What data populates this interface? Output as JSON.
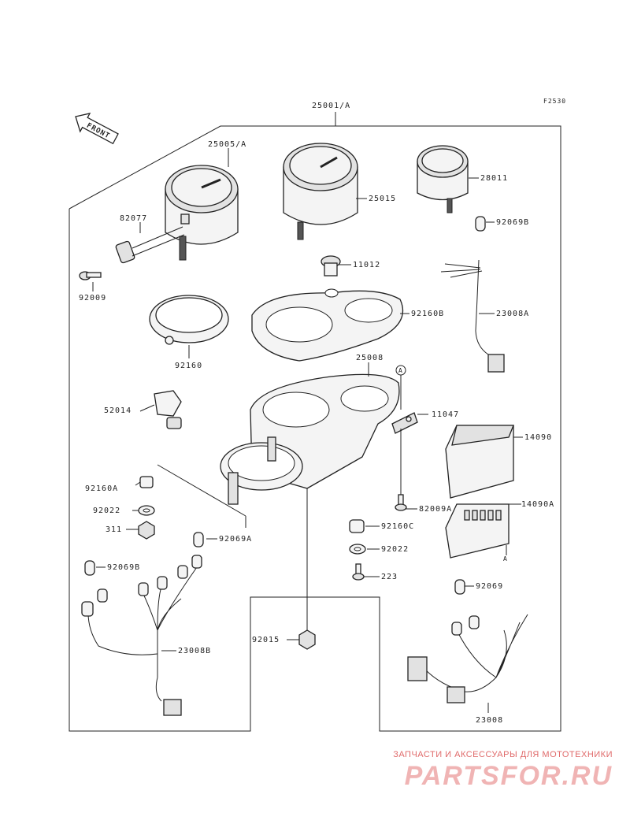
{
  "diagram": {
    "code": "F2530",
    "front_label": "FRONT",
    "parts": [
      {
        "id": "25001/A"
      },
      {
        "id": "25005/A"
      },
      {
        "id": "25015"
      },
      {
        "id": "28011"
      },
      {
        "id": "82077"
      },
      {
        "id": "92009"
      },
      {
        "id": "92069B"
      },
      {
        "id": "11012"
      },
      {
        "id": "92160B"
      },
      {
        "id": "23008A"
      },
      {
        "id": "92160"
      },
      {
        "id": "25008"
      },
      {
        "id": "A"
      },
      {
        "id": "11047"
      },
      {
        "id": "52014"
      },
      {
        "id": "14090"
      },
      {
        "id": "92160A"
      },
      {
        "id": "82009A"
      },
      {
        "id": "14090A"
      },
      {
        "id": "92022"
      },
      {
        "id": "311"
      },
      {
        "id": "92069A"
      },
      {
        "id": "92160C"
      },
      {
        "id": "92022"
      },
      {
        "id": "92069B"
      },
      {
        "id": "223"
      },
      {
        "id": "92069"
      },
      {
        "id": "92015"
      },
      {
        "id": "23008B"
      },
      {
        "id": "23008"
      }
    ],
    "ref_marker_bottom": "A"
  },
  "watermark": {
    "tagline": "ЗАПЧАСТИ И АКСЕССУАРЫ ДЛЯ МОТОТЕХНИКИ",
    "brand": "PARTSFOR.RU"
  }
}
